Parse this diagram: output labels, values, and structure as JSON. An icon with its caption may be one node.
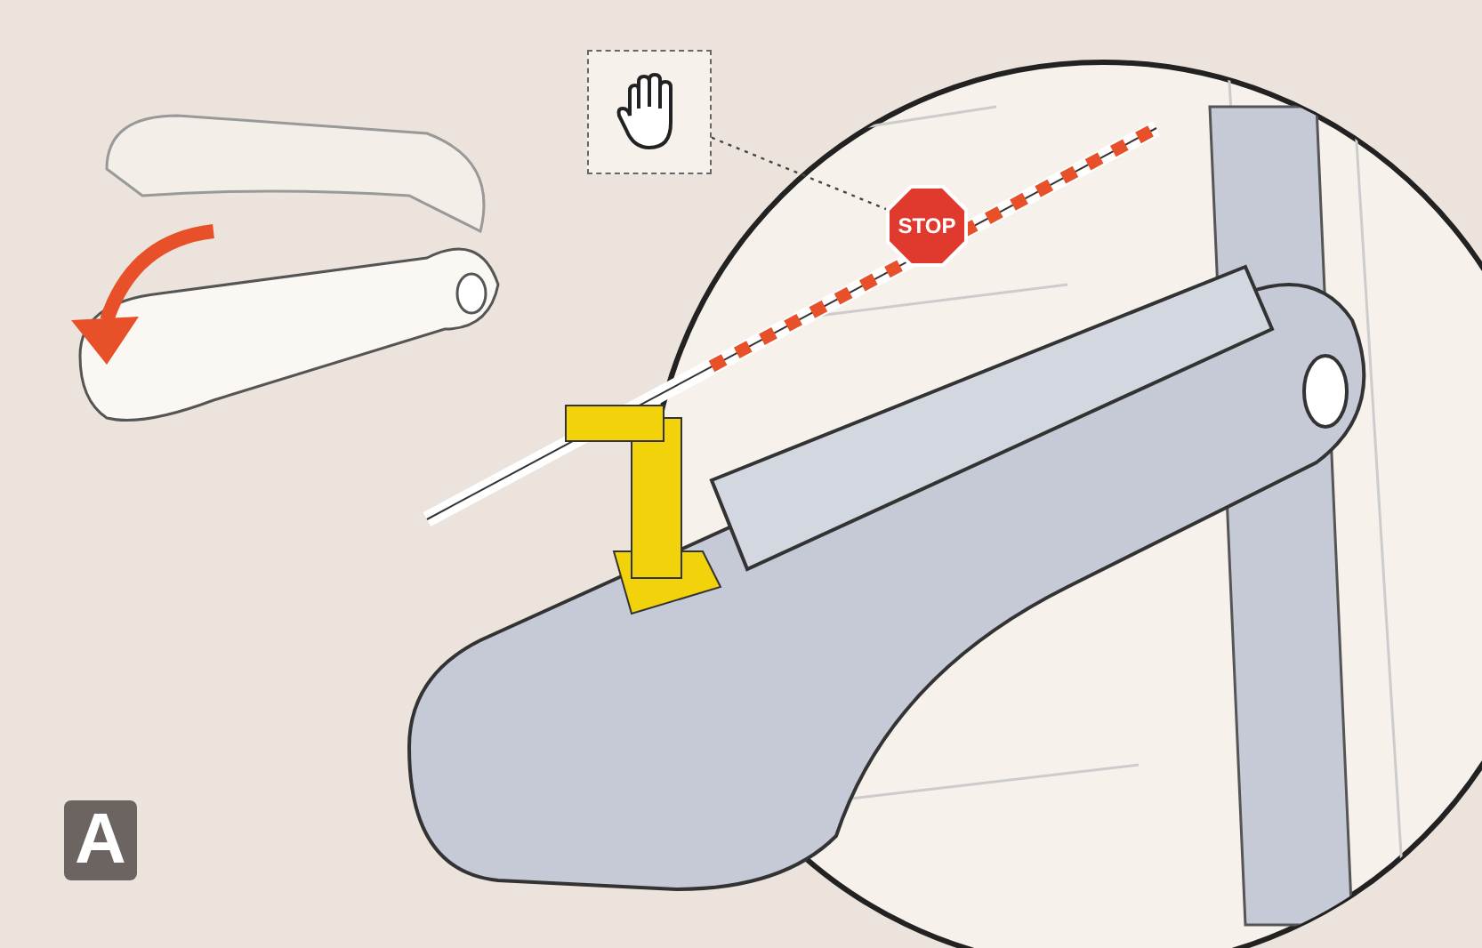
{
  "diagram": {
    "nodes": [
      {
        "text": [],
        "shape": "picture"
      },
      {
        "text": [
          "STOP"
        ]
      }
    ],
    "edges": [
      {
        "from": 0,
        "to": 1,
        "arrow": "none",
        "style": "dashed"
      }
    ],
    "labels": [
      "A"
    ]
  }
}
